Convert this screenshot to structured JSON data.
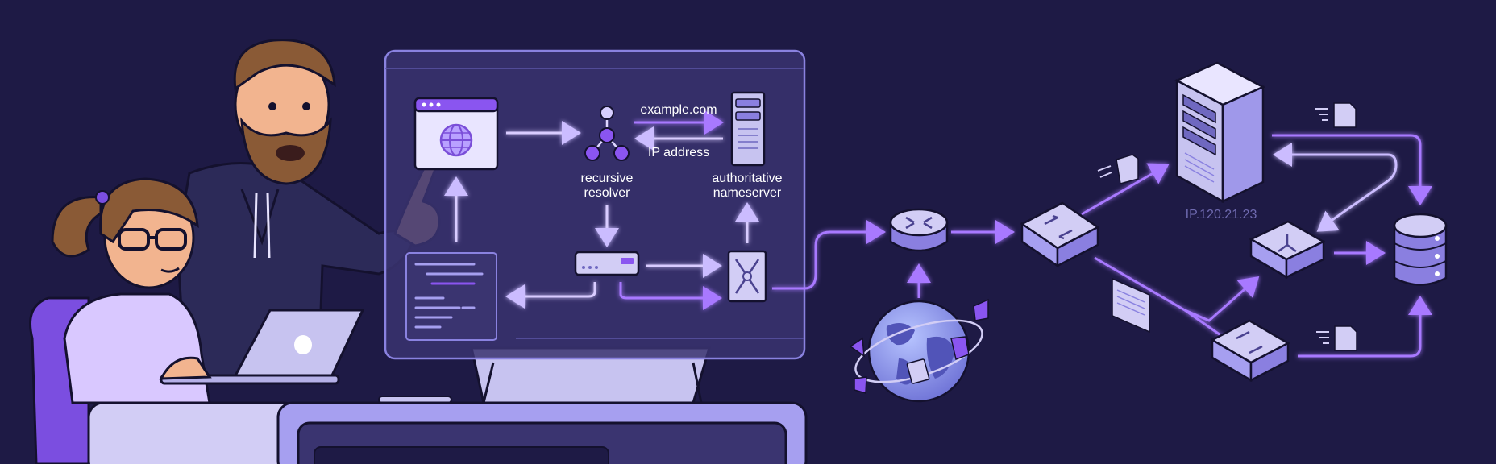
{
  "diagram": {
    "query_label": "example.com",
    "answer_label": "IP address",
    "resolver_label": [
      "recursive",
      "resolver"
    ],
    "nameserver_label": [
      "authoritative",
      "nameserver"
    ],
    "server_ip": "IP.120.21.23"
  },
  "colors": {
    "background": "#1e1a45",
    "accent": "#9b6cff",
    "panel": "#3a3470",
    "device": "#c7c3f0"
  }
}
